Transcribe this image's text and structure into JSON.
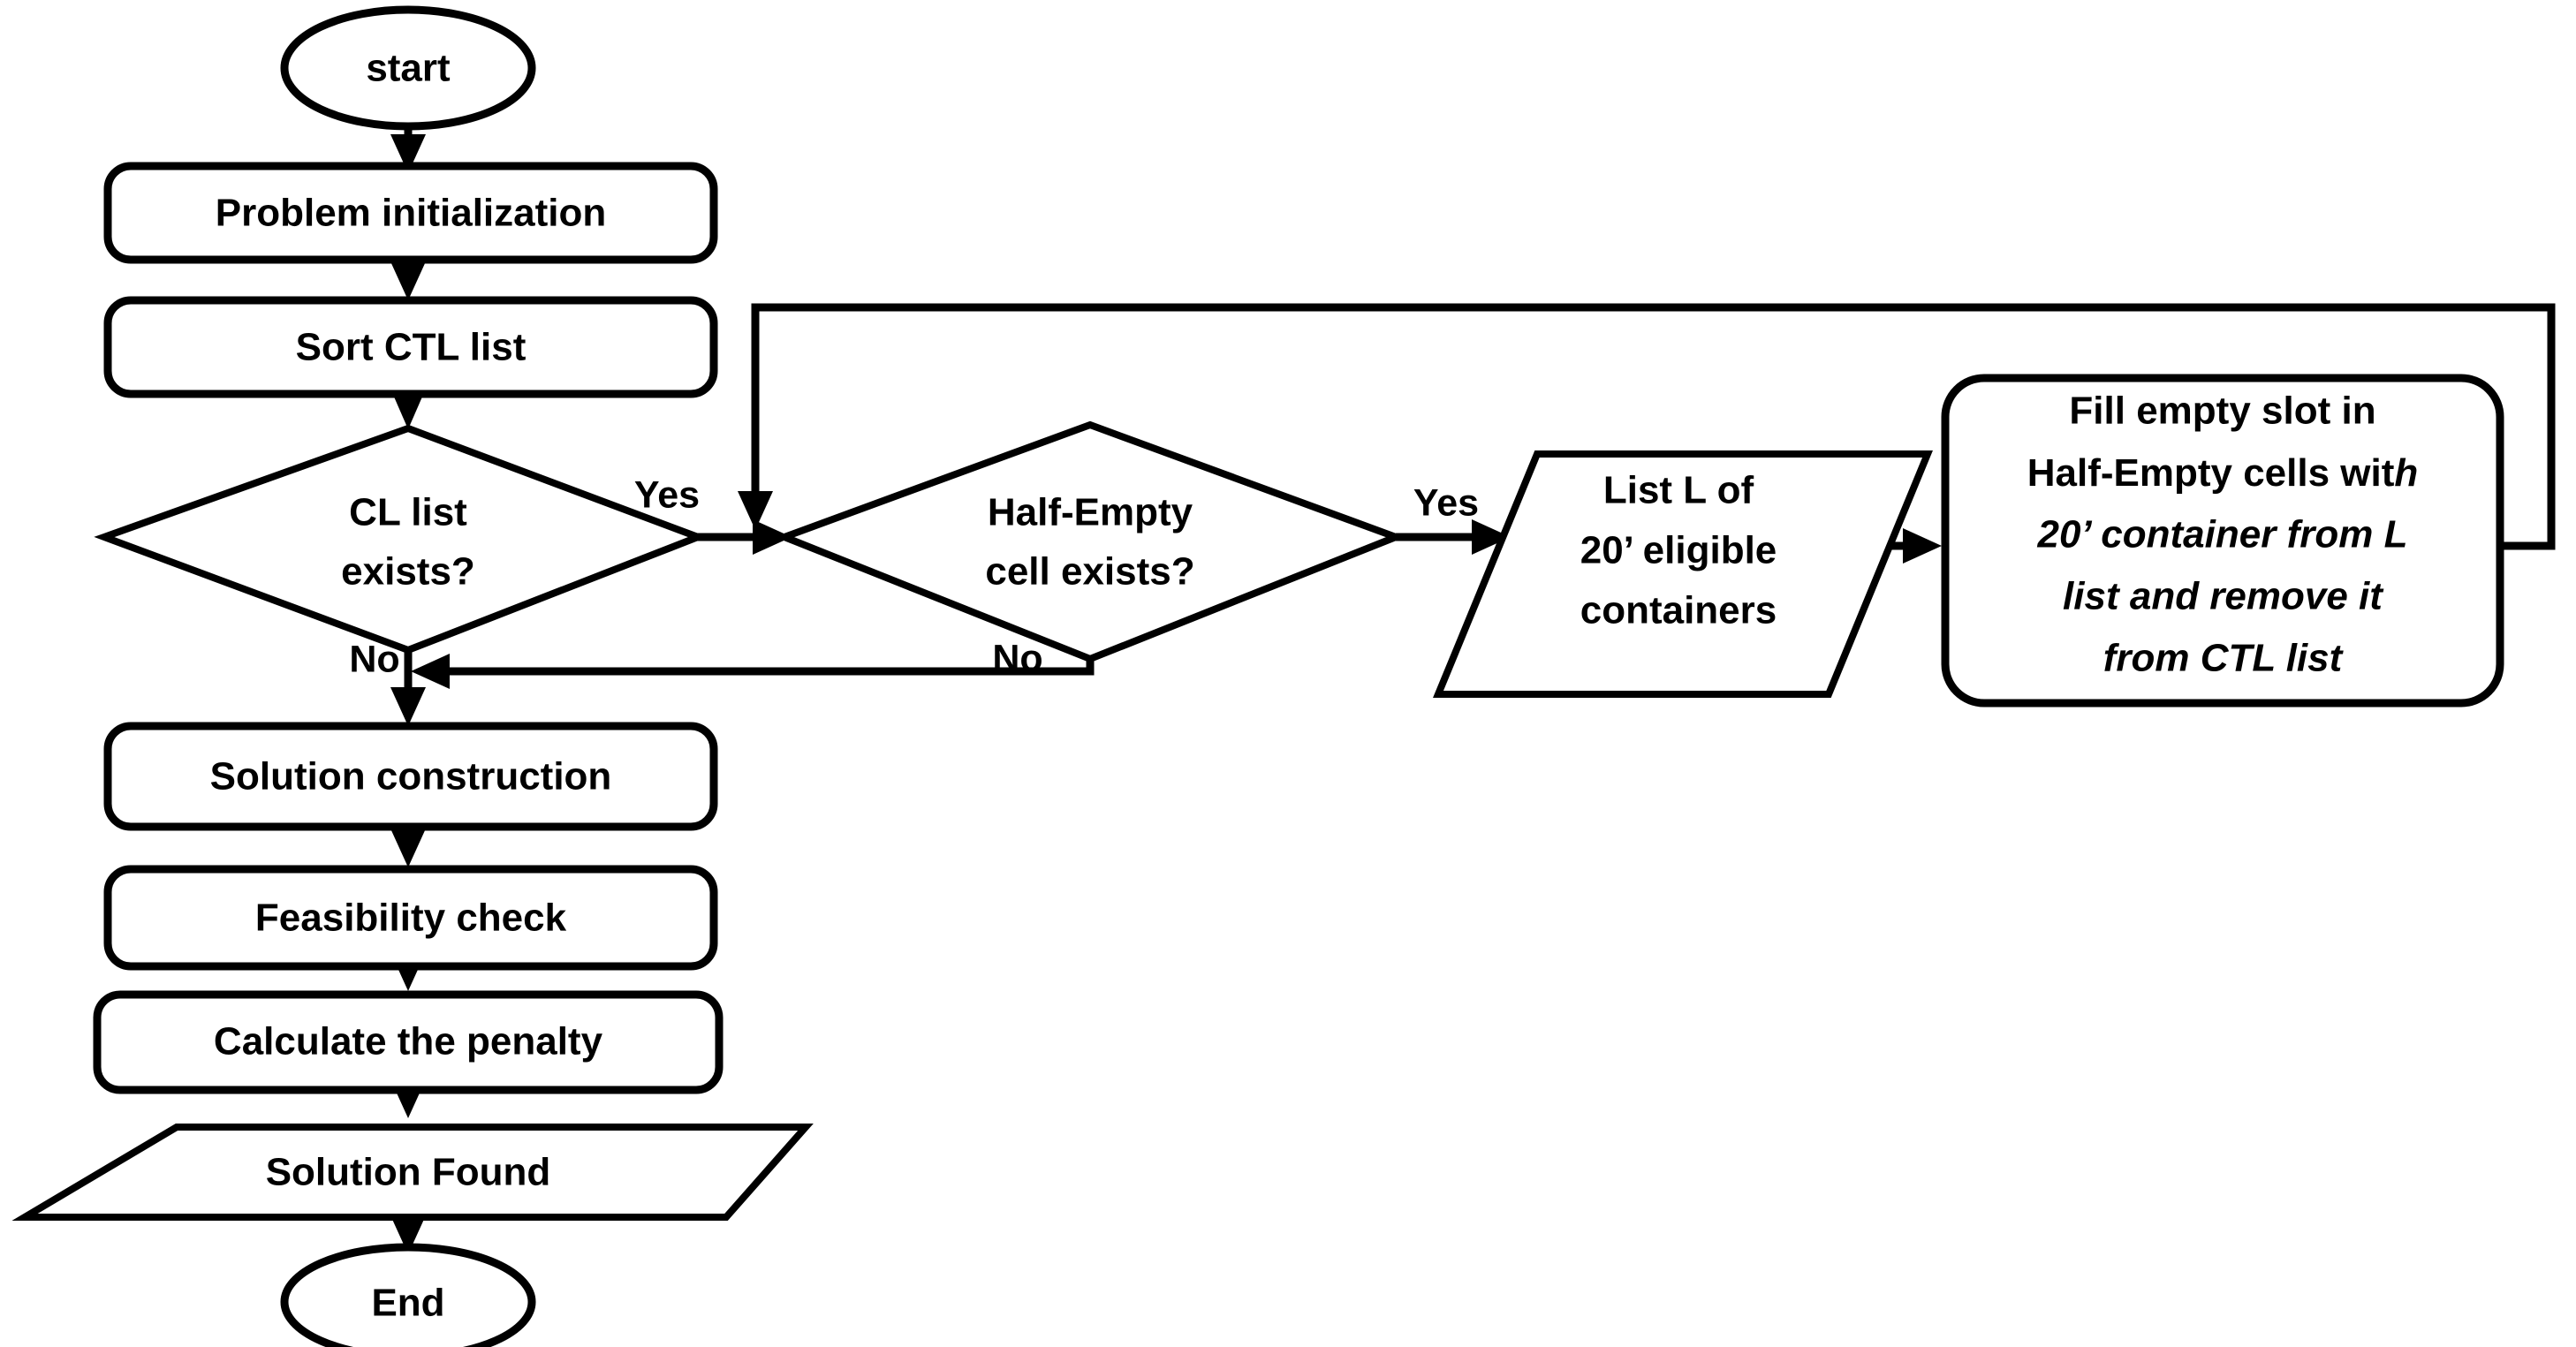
{
  "diagram": {
    "title": "Container stacking heuristic flowchart",
    "type": "flowchart",
    "background_color": "#ffffff",
    "line_color": "#000000",
    "text_color": "#000000"
  },
  "nodes": {
    "start": {
      "label": "start",
      "shape": "ellipse"
    },
    "problem_initialization": {
      "label": "Problem initialization",
      "shape": "rounded-rectangle"
    },
    "sort_ctl_list": {
      "label": "Sort CTL list",
      "shape": "rounded-rectangle"
    },
    "cl_list_exists": {
      "label_line1": "CL list",
      "label_line2": "exists?",
      "shape": "diamond"
    },
    "half_empty_cell_exists": {
      "label_line1": "Half-Empty",
      "label_line2": "cell exists?",
      "shape": "diamond"
    },
    "list_l": {
      "label_line1": "List L of",
      "label_line2": "20’ eligible",
      "label_line3": "containers",
      "shape": "parallelogram"
    },
    "fill_empty_slot": {
      "label_line1_upright": "Fill empty slot in",
      "label_line2_upright": "Half-Empty cells wit",
      "label_line2_italic": "h",
      "label_line3_italic": "20’ container from L",
      "label_line4_italic": "list and remove it",
      "label_line5_italic": "from CTL list",
      "shape": "rounded-rectangle"
    },
    "solution_construction": {
      "label": "Solution construction",
      "shape": "rounded-rectangle"
    },
    "feasibility_check": {
      "label": "Feasibility check",
      "shape": "rounded-rectangle"
    },
    "calculate_penalty": {
      "label": "Calculate the penalty",
      "shape": "rounded-rectangle"
    },
    "solution_found": {
      "label": "Solution Found",
      "shape": "parallelogram"
    },
    "end": {
      "label": "End",
      "shape": "ellipse"
    }
  },
  "edge_labels": {
    "cl_yes": "Yes",
    "cl_no": "No",
    "half_empty_yes": "Yes",
    "half_empty_no": "No"
  },
  "edges": [
    {
      "from": "start",
      "to": "problem_initialization",
      "label": ""
    },
    {
      "from": "problem_initialization",
      "to": "sort_ctl_list",
      "label": ""
    },
    {
      "from": "sort_ctl_list",
      "to": "cl_list_exists",
      "label": ""
    },
    {
      "from": "cl_list_exists",
      "to": "half_empty_cell_exists",
      "label": "Yes"
    },
    {
      "from": "cl_list_exists",
      "to": "solution_construction",
      "label": "No"
    },
    {
      "from": "half_empty_cell_exists",
      "to": "list_l",
      "label": "Yes"
    },
    {
      "from": "half_empty_cell_exists",
      "to": "cl_list_exists",
      "label": "No"
    },
    {
      "from": "list_l",
      "to": "fill_empty_slot",
      "label": ""
    },
    {
      "from": "fill_empty_slot",
      "to": "half_empty_cell_exists",
      "label": ""
    },
    {
      "from": "solution_construction",
      "to": "feasibility_check",
      "label": ""
    },
    {
      "from": "feasibility_check",
      "to": "calculate_penalty",
      "label": ""
    },
    {
      "from": "calculate_penalty",
      "to": "solution_found",
      "label": ""
    },
    {
      "from": "solution_found",
      "to": "end",
      "label": ""
    }
  ]
}
